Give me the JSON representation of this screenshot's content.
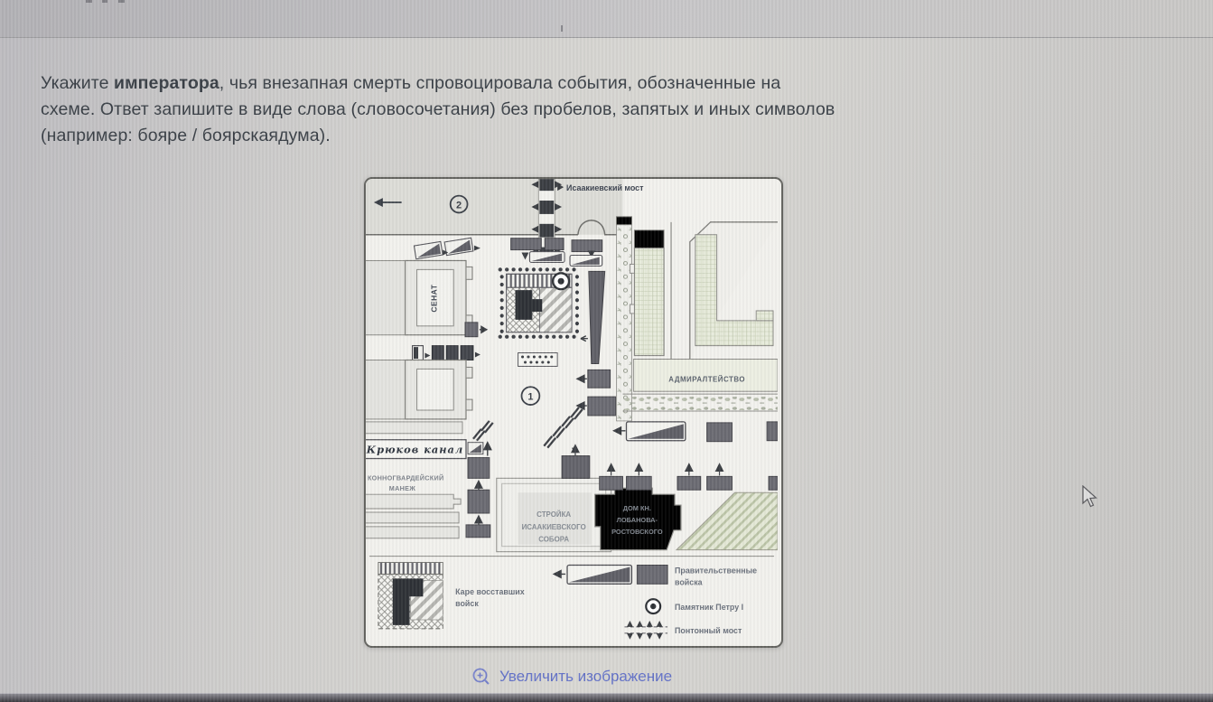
{
  "question": {
    "part1": "Укажите ",
    "bold_word": "императора",
    "part2": ", чья внезапная смерть спровоцировала события, обозначенные на",
    "line2": "схеме. Ответ запишите в виде слова (словосочетания) без пробелов, запятых и иных символов",
    "line3": "(например: бояре / боярскаядума)."
  },
  "map": {
    "markers": {
      "one": "1",
      "two": "2"
    },
    "labels": {
      "bridge": "Исаакиевский мост",
      "senate": "СЕНАТ",
      "admiralty": "АДМИРАЛТЕЙСТВО",
      "canal": "Крюков канал",
      "manege_lines": [
        "КОННОГВАРДЕЙСКИЙ",
        "МАНЕЖ"
      ],
      "construction_lines": [
        "СТРОЙКА",
        "ИСААКИЕВСКОГО",
        "СОБОРА"
      ],
      "house_lines": [
        "ДОМ КН.",
        "ЛОБАНОВА-",
        "РОСТОВСКОГО"
      ]
    },
    "legend": {
      "rebels_lines": [
        "Каре восставших",
        "войск"
      ],
      "government_lines": [
        "Правительственные",
        "войска"
      ],
      "monument": "Памятник Петру I",
      "pontoon": "Понтонный мост"
    }
  },
  "actions": {
    "enlarge_label": "Увеличить изображение"
  },
  "colors": {
    "link_accent": "#6271c7",
    "question_text": "#3a4047",
    "troops_gray": "#6b6b72",
    "rebel_black": "#2e3136",
    "admiralty_green": "#e7ebdb"
  }
}
